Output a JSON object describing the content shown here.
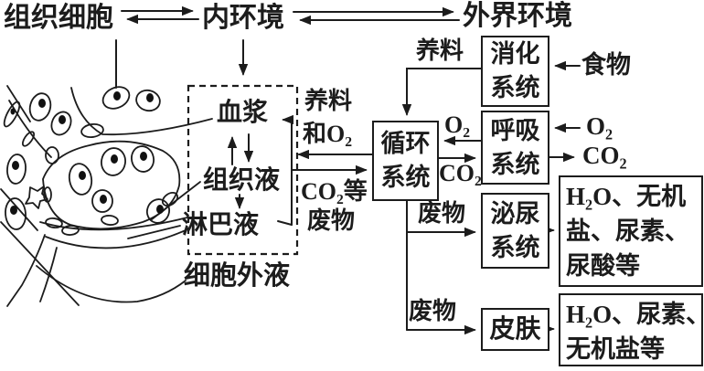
{
  "colors": {
    "ink": "#1c1c1c",
    "bg": "#ffffff"
  },
  "top_row": {
    "tissue_cells": "组织细胞",
    "internal_env": "内环境",
    "external_env": "外界环境"
  },
  "extracellular_fluid": {
    "plasma": "血浆",
    "tissue_fluid": "组织液",
    "lymph": "淋巴液",
    "caption": "细胞外液"
  },
  "exchange_labels": {
    "to_plasma_line1": "养料",
    "to_plasma_line2": "和O₂",
    "from_plasma_line1": "CO₂等",
    "from_plasma_line2": "废物"
  },
  "flow_labels": {
    "nutrients": "养料",
    "o2_to_circulatory": "O₂",
    "co2_to_respiratory": "CO₂",
    "food": "食物",
    "o2_in": "O₂",
    "co2_out": "CO₂",
    "waste_to_urinary": "废物",
    "waste_to_skin": "废物"
  },
  "system_boxes": {
    "circulatory": {
      "line1": "循环",
      "line2": "系统"
    },
    "digestive": {
      "line1": "消化",
      "line2": "系统"
    },
    "respiratory": {
      "line1": "呼吸",
      "line2": "系统"
    },
    "urinary": {
      "line1": "泌尿",
      "line2": "系统"
    },
    "skin": "皮肤"
  },
  "output_boxes": {
    "urinary": {
      "line1": "H₂O、无机",
      "line2": "盐、尿素、",
      "line3": "尿酸等"
    },
    "skin": {
      "line1": "H₂O、尿素、",
      "line2": "无机盐等"
    }
  }
}
